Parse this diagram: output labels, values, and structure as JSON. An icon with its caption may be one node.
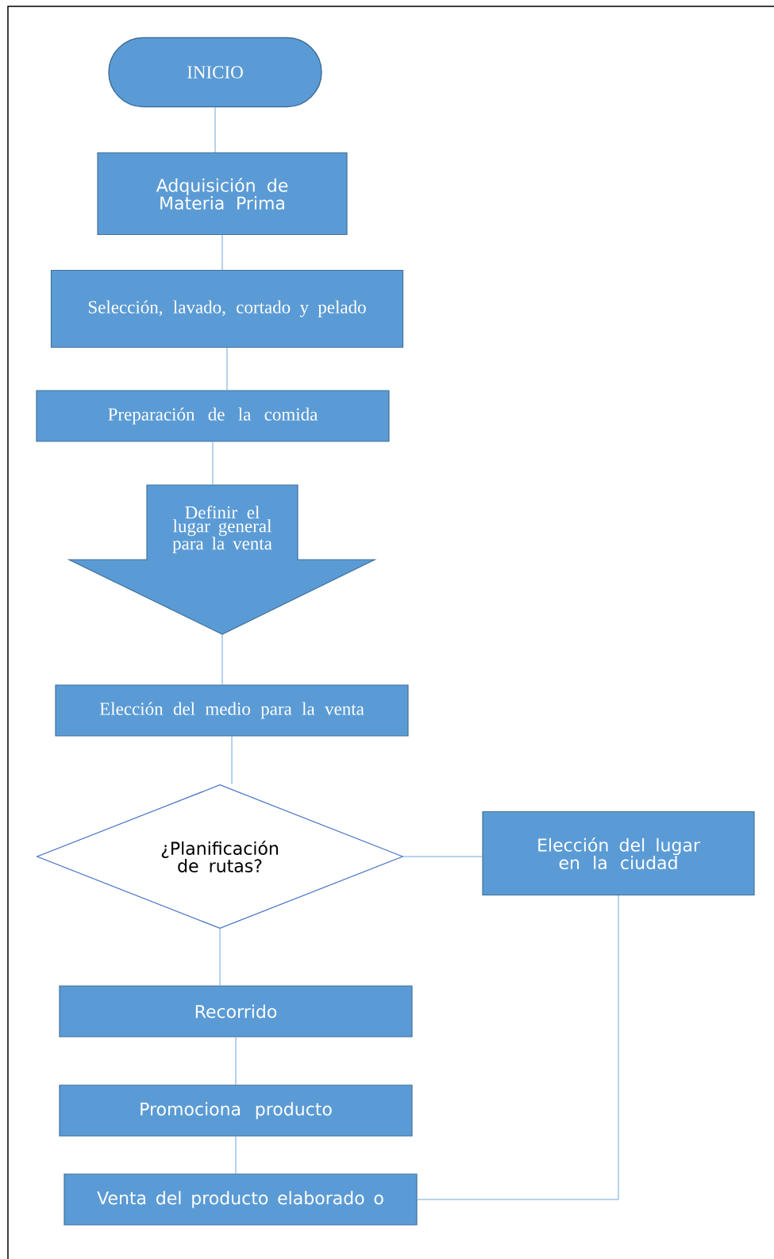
{
  "diagram": {
    "nodes": [
      {
        "text": [
          "INICIO"
        ]
      },
      {
        "text": [
          "Adquisición de Materia Prima"
        ]
      },
      {
        "text": [
          "Selección, lavado, cortado y pelado"
        ]
      },
      {
        "text": [
          "Preparación de la comida"
        ]
      },
      {
        "text": [
          "Definir el lugar general para la venta"
        ]
      },
      {
        "text": [
          "Elección del medio para la venta"
        ]
      },
      {
        "text": [
          "¿Planificación de rutas?"
        ]
      },
      {
        "text": [
          "Elección del lugar en la ciudad"
        ]
      },
      {
        "text": [
          "Recorrido"
        ]
      },
      {
        "text": [
          "Promociona producto"
        ]
      },
      {
        "text": [
          "Venta del producto elaborado o"
        ]
      }
    ],
    "edges": [
      {
        "from": 0,
        "to": 1,
        "arrow": "none"
      },
      {
        "from": 1,
        "to": 2,
        "arrow": "none"
      },
      {
        "from": 2,
        "to": 3,
        "arrow": "none"
      },
      {
        "from": 3,
        "to": 4,
        "arrow": "none"
      },
      {
        "from": 4,
        "to": 5,
        "arrow": "none"
      },
      {
        "from": 5,
        "to": 6,
        "arrow": "none"
      },
      {
        "from": 6,
        "to": 7,
        "arrow": "none"
      },
      {
        "from": 6,
        "to": 8,
        "arrow": "none"
      },
      {
        "from": 8,
        "to": 9,
        "arrow": "none"
      },
      {
        "from": 9,
        "to": 10,
        "arrow": "none"
      },
      {
        "from": 7,
        "to": 10,
        "arrow": "none"
      }
    ]
  }
}
